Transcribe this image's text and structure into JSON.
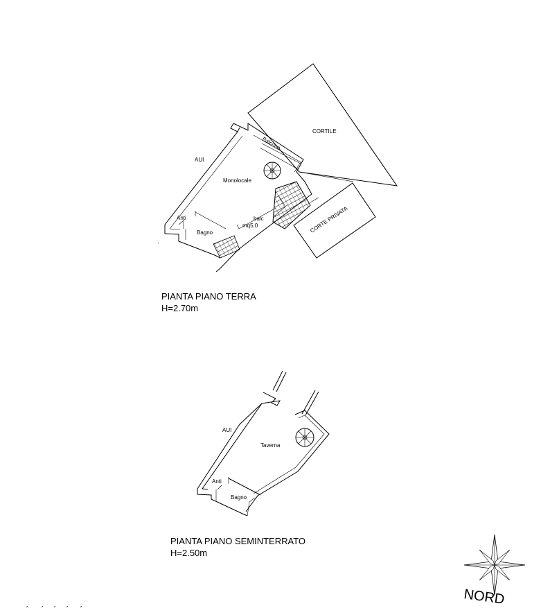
{
  "plan_ground": {
    "rooms": {
      "cortile": "CORTILE",
      "balcone": "Balcone",
      "aui": "AUI",
      "monolocale": "Monolocale",
      "anti": "Anti",
      "bagno": "Bagno",
      "balc": "balc",
      "balc_area": "mq5.0",
      "corte_privata": "CORTE PRIVATA"
    },
    "title": "PIANTA PIANO TERRA",
    "height": "H=2.70m"
  },
  "plan_basement": {
    "rooms": {
      "aui": "AUI",
      "taverna": "Taverna",
      "anti": "Anti",
      "bagno": "Bagno"
    },
    "title": "PIANTA PIANO SEMINTERRATO",
    "height": "H=2.50m"
  },
  "compass": {
    "label": "NORD",
    "icon": "compass-rose-icon"
  }
}
